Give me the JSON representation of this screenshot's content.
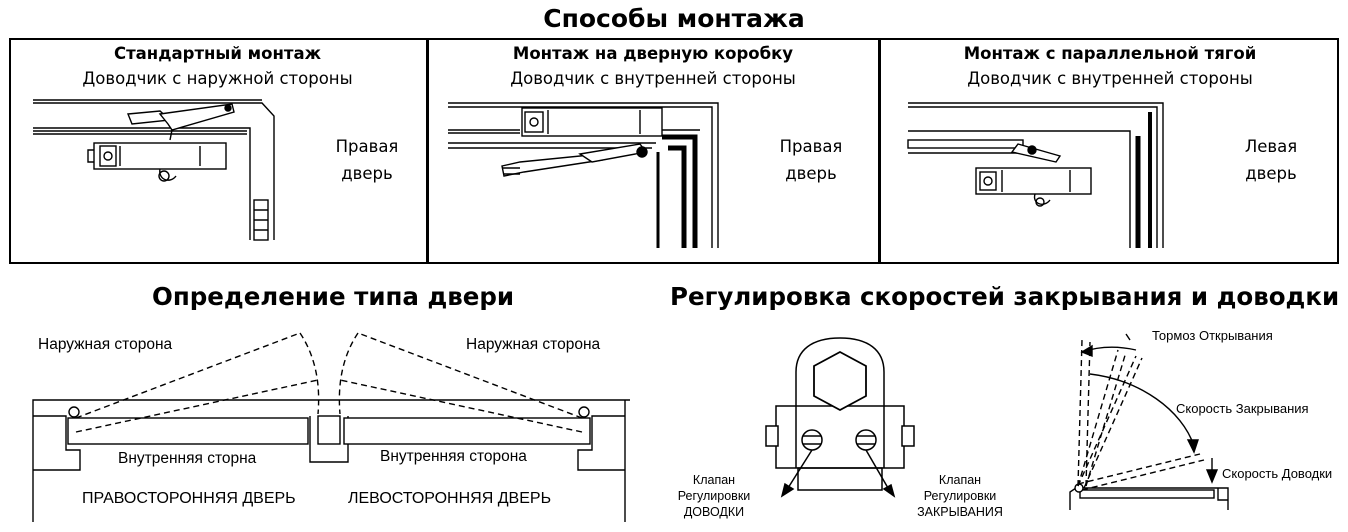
{
  "title": "Способы монтажа",
  "panels": [
    {
      "title": "Стандартный монтаж",
      "subtitle": "Доводчик с наружной стороны",
      "door": "Правая дверь"
    },
    {
      "title": "Монтаж на дверную коробку",
      "subtitle": "Доводчик с внутренней стороны",
      "door": "Правая дверь"
    },
    {
      "title": "Монтаж с параллельной тягой",
      "subtitle": "Доводчик с внутренней стороны",
      "door": "Левая дверь"
    }
  ],
  "door_type": {
    "title": "Определение типа двери",
    "outside_left": "Наружная сторона",
    "outside_right": "Наружная сторона",
    "inside_left": "Внутренняя сторна",
    "inside_right": "Внутренняя сторона",
    "right_door": "ПРАВОСТОРОННЯЯ ДВЕРЬ",
    "left_door": "ЛЕВОСТОРОННЯЯ ДВЕРЬ"
  },
  "speed": {
    "title": "Регулировка скоростей закрывания и доводки",
    "valve_latch_line1": "Клапан",
    "valve_latch_line2": "Регулировки",
    "valve_latch_line3": "ДОВОДКИ",
    "valve_close_line1": "Клапан",
    "valve_close_line2": "Регулировки",
    "valve_close_line3": "ЗАКРЫВАНИЯ",
    "brake": "Тормоз Открывания",
    "closing_speed": "Скорость Закрывания",
    "latch_speed": "Скорость Доводки"
  }
}
